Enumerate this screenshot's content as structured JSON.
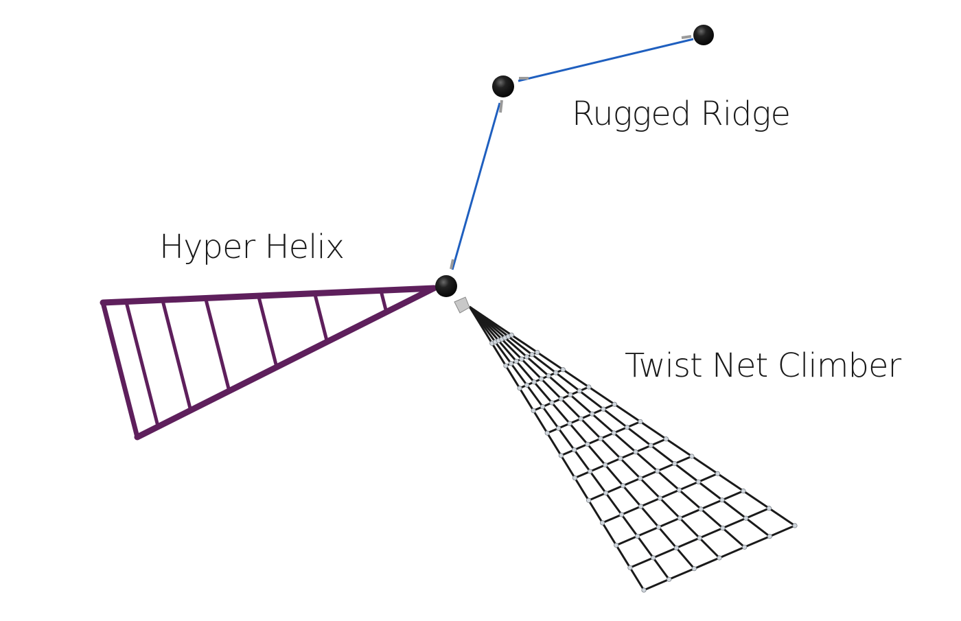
{
  "labels": {
    "rugged_ridge": "Rugged Ridge",
    "hyper_helix": "Hyper Helix",
    "twist_net_climber": "Twist Net Climber"
  },
  "colors": {
    "cable": "#1f5fbf",
    "helix": "#5e1f5c",
    "net": "#1a1a1a",
    "ball": "#111111",
    "bracket": "#9a9a9a"
  }
}
